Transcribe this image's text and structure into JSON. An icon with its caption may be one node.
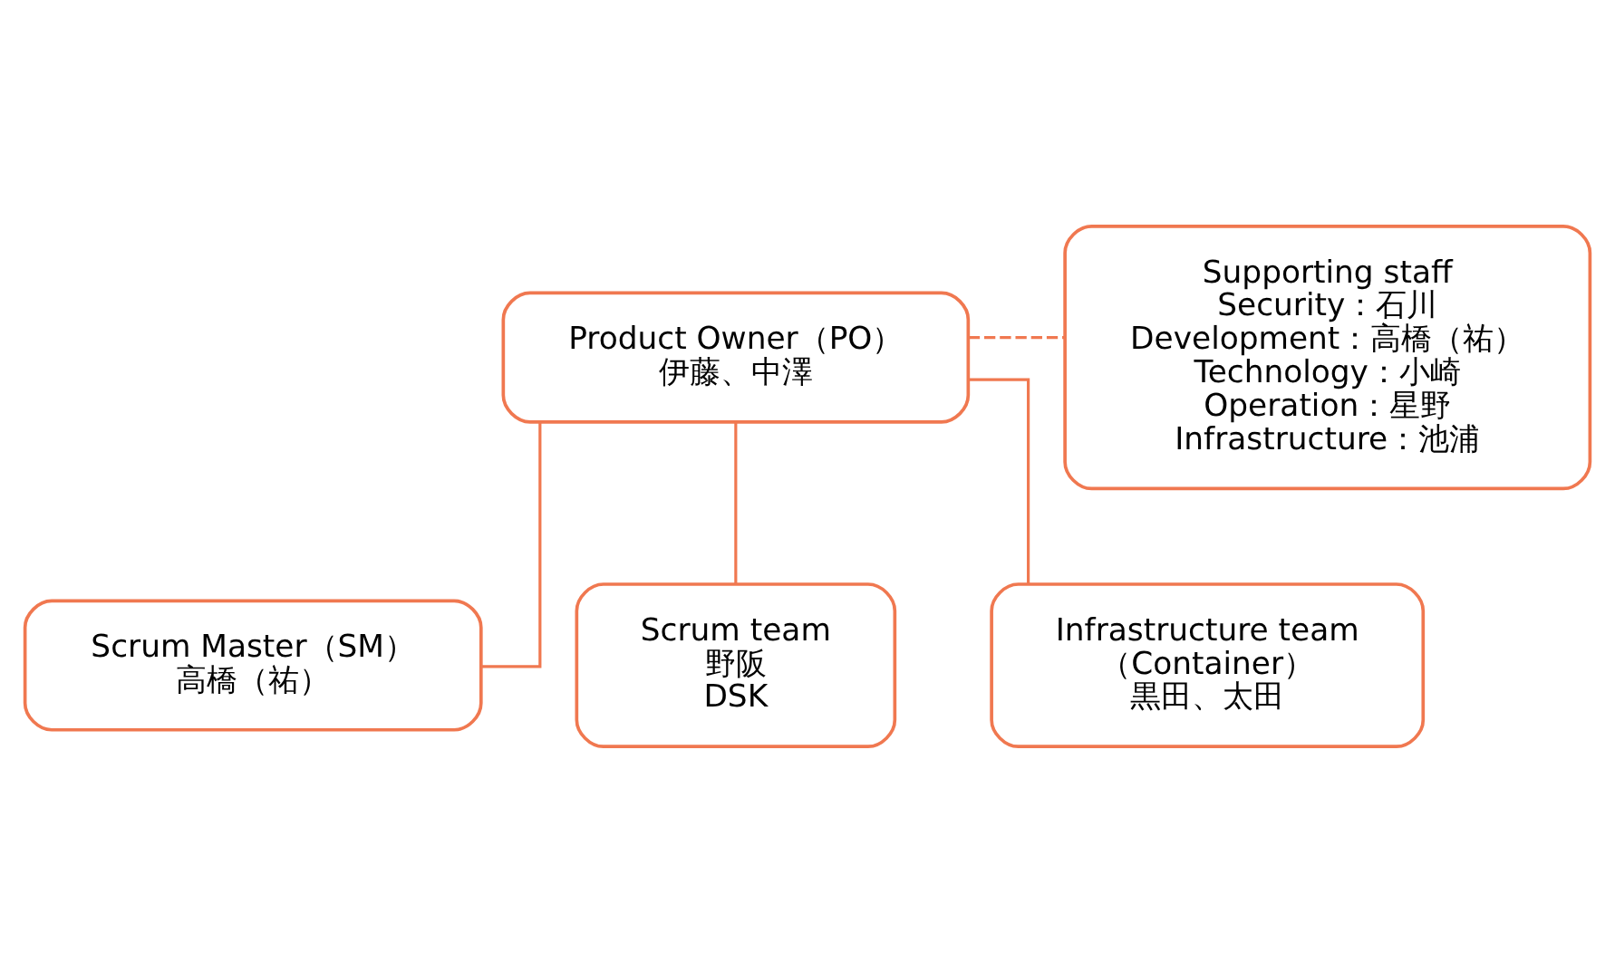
{
  "diagram": {
    "nodes": [
      {
        "text": [
          "Product Owner（PO）",
          "伊藤、中澤"
        ]
      },
      {
        "text": [
          "Supporting staff",
          "Security：石川",
          "Development：高橋（祐）",
          "Technology：小崎",
          "Operation：星野",
          "Infrastructure：池浦"
        ]
      },
      {
        "text": [
          "Scrum Master（SM）",
          "高橋（祐）"
        ]
      },
      {
        "text": [
          "Scrum team",
          "野阪",
          "DSK"
        ]
      },
      {
        "text": [
          "Infrastructure team",
          "（Container）",
          "黒田、太田"
        ]
      }
    ],
    "edges": [
      {
        "from": 0,
        "to": 1,
        "arrow": "none",
        "style": "dashed"
      },
      {
        "from": 0,
        "to": 2,
        "arrow": "none"
      },
      {
        "from": 0,
        "to": 3,
        "arrow": "none"
      },
      {
        "from": 0,
        "to": 4,
        "arrow": "none"
      }
    ]
  }
}
